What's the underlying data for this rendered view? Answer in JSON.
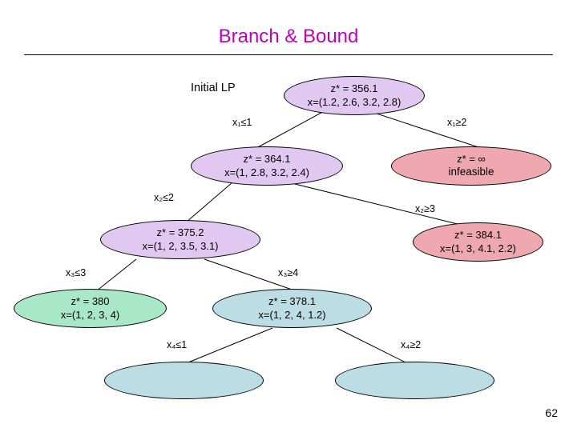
{
  "slide": {
    "title": "Branch & Bound",
    "page_number": "62",
    "initial_lp_label": "Initial LP"
  },
  "colors": {
    "title": "#c000c0",
    "lavender": "#e0c8f0",
    "pink": "#f0a8b0",
    "mint": "#a8e8c8",
    "lightblue": "#bcdde4",
    "outline": "#000000"
  },
  "nodes": [
    {
      "id": "root",
      "lines": [
        "z* = 356.1",
        "x=(1.2, 2.6, 3.2, 2.8)"
      ],
      "color": "#e0c8f0"
    },
    {
      "id": "n2",
      "lines": [
        "z* = 364.1",
        "x=(1, 2.8, 3.2, 2.4)"
      ],
      "color": "#e0c8f0"
    },
    {
      "id": "n3",
      "lines": [
        "z* = ∞",
        "infeasible"
      ],
      "color": "#f0a8b0"
    },
    {
      "id": "n4",
      "lines": [
        "z* = 375.2",
        "x=(1, 2, 3.5, 3.1)"
      ],
      "color": "#e0c8f0"
    },
    {
      "id": "n5",
      "lines": [
        "z* = 384.1",
        "x=(1, 3, 4.1, 2.2)"
      ],
      "color": "#f0a8b0"
    },
    {
      "id": "n6",
      "lines": [
        "z* = 380",
        "x=(1, 2, 3, 4)"
      ],
      "color": "#a8e8c8"
    },
    {
      "id": "n7",
      "lines": [
        "z* = 378.1",
        "x=(1, 2, 4, 1.2)"
      ],
      "color": "#bcdde4"
    },
    {
      "id": "n8",
      "lines": [],
      "color": "#bcdde4"
    },
    {
      "id": "n9",
      "lines": [],
      "color": "#bcdde4"
    }
  ],
  "branch_labels": [
    {
      "id": "x1-le-1",
      "text": "x₁≤1"
    },
    {
      "id": "x1-ge-2",
      "text": "x₁≥2"
    },
    {
      "id": "x2-le-2",
      "text": "x₂≤2"
    },
    {
      "id": "x2-ge-3",
      "text": "x₂≥3"
    },
    {
      "id": "x3-le-3",
      "text": "x₃≤3"
    },
    {
      "id": "x3-ge-4",
      "text": "x₃≥4"
    },
    {
      "id": "x4-le-1",
      "text": "x₄≤1"
    },
    {
      "id": "x4-ge-2",
      "text": "x₄≥2"
    }
  ]
}
